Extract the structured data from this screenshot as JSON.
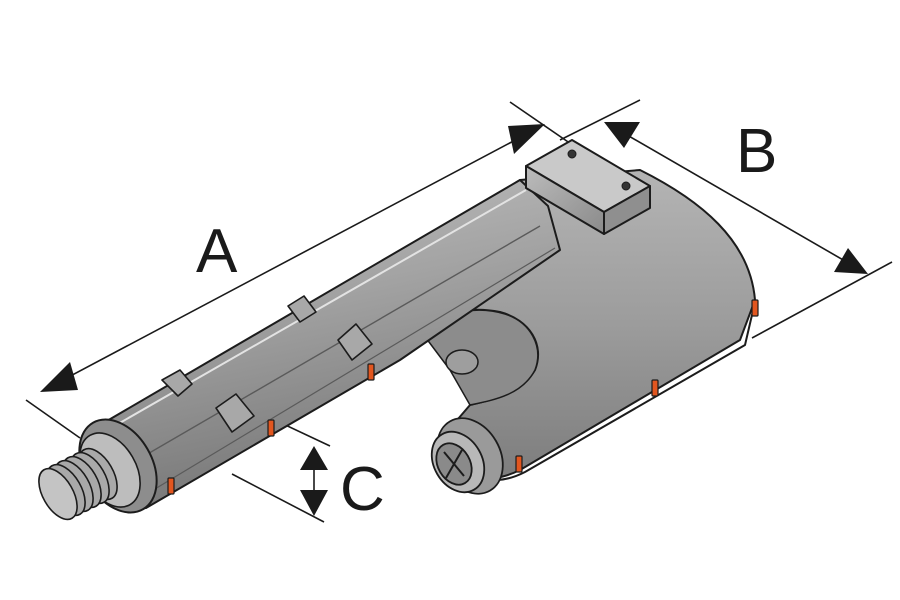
{
  "dimensions": {
    "a": {
      "label": "A"
    },
    "b": {
      "label": "B"
    },
    "c": {
      "label": "C"
    }
  },
  "colors": {
    "body": "#9a9a9a",
    "body_dark": "#6e6e6e",
    "body_light": "#bdbdbd",
    "outline": "#1c1c1c",
    "clip_accent": "#e2561f",
    "dimension_line": "#1a1a1a"
  },
  "icons": {
    "hose": "corrugated-hose-icon",
    "filter_cap": "filter-cap-icon"
  }
}
